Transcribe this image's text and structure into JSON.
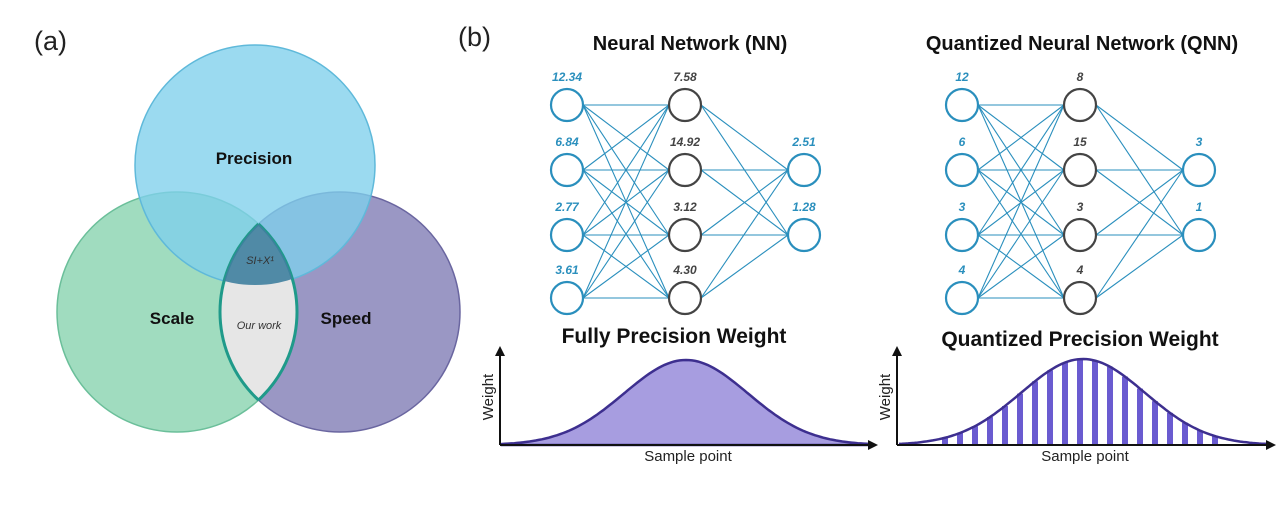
{
  "panel_a": {
    "label": "(a)",
    "circles": {
      "precision": "Precision",
      "scale": "Scale",
      "speed": "Speed"
    },
    "intersection_top": "SI+X¹",
    "intersection_center": "Our work"
  },
  "panel_b": {
    "label": "(b)",
    "nn": {
      "title": "Neural Network (NN)",
      "input_values": [
        "12.34",
        "6.84",
        "2.77",
        "3.61"
      ],
      "hidden_values": [
        "7.58",
        "14.92",
        "3.12",
        "4.30"
      ],
      "output_values": [
        "2.51",
        "1.28"
      ]
    },
    "qnn": {
      "title": "Quantized Neural Network (QNN)",
      "input_values": [
        "12",
        "6",
        "3",
        "4"
      ],
      "hidden_values": [
        "8",
        "15",
        "3",
        "4"
      ],
      "output_values": [
        "3",
        "1"
      ]
    },
    "plot_full": {
      "title": "Fully Precision Weight",
      "ylabel": "Weight",
      "xlabel": "Sample point"
    },
    "plot_quant": {
      "title": "Quantized Precision Weight",
      "ylabel": "Weight",
      "xlabel": "Sample point"
    }
  },
  "colors": {
    "accent_blue": "#2a8fbd",
    "node_dark": "#444444",
    "precision_fill": "#7fd0ec",
    "scale_fill": "#8fd6b4",
    "speed_fill": "#7e7ab3",
    "curve_fill": "#a79de0",
    "curve_stroke": "#3d2f8f",
    "bar_color": "#6a5bd0"
  }
}
